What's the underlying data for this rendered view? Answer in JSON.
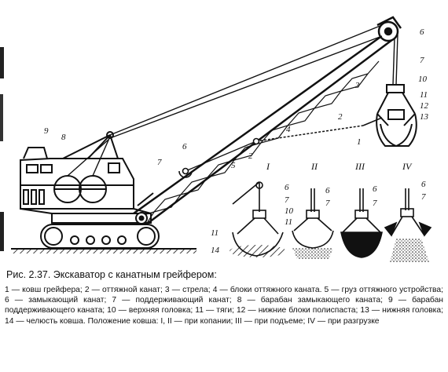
{
  "figure": {
    "labels": {
      "n1": "1",
      "n2": "2",
      "n3": "3",
      "n4": "4",
      "n5": "5",
      "n6": "6",
      "n7": "7",
      "n8": "8",
      "n9": "9",
      "n10": "10",
      "n11": "11",
      "n12": "12",
      "n13": "13",
      "i_6": "6",
      "i_7": "7",
      "i_10": "10",
      "i_11a": "11",
      "i_11b": "11",
      "i_14": "14",
      "ii_6": "6",
      "ii_7": "7",
      "iii_6": "6",
      "iii_7": "7",
      "iv_6": "6",
      "iv_7": "7"
    },
    "positions": {
      "p1": "I",
      "p2": "II",
      "p3": "III",
      "p4": "IV"
    }
  },
  "caption": {
    "title": "Рис. 2.37. Экскаватор с канатным грейфером:",
    "body": "1 — ковш грейфера; 2 — оттяжной канат; 3 — стрела; 4 — блоки оттяжного каната. 5 — груз оттяжного устройства; 6 — замыкающий канат; 7 — поддерживающий канат; 8 — барабан замыкающего каната; 9 — барабан поддерживающего каната; 10 — верхняя головка; 11 — тяги; 12 — нижние блоки полиспаста; 13 — нижняя головка; 14 — челюсть ковша. Положение ковша: I, II — при копании; III — при подъеме; IV — при разгрузке"
  }
}
